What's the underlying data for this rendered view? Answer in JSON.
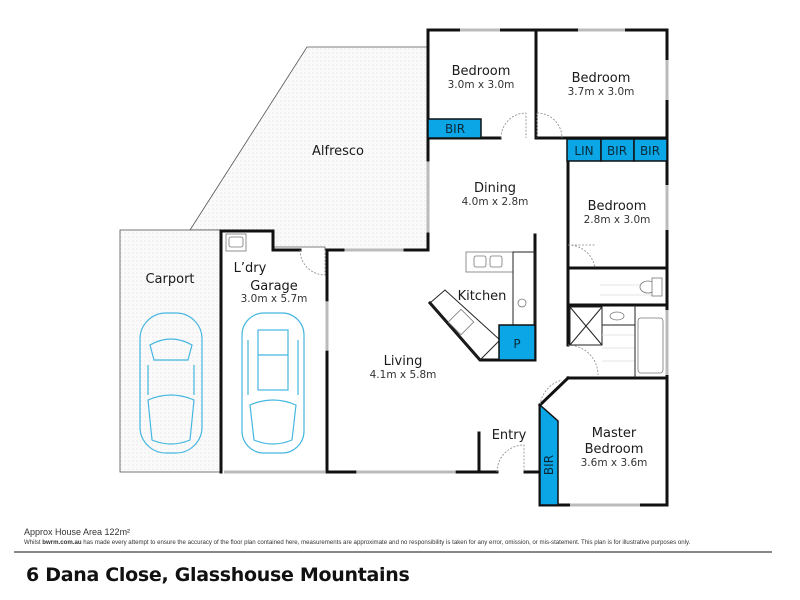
{
  "rooms": {
    "alfresco": {
      "name": "Alfresco"
    },
    "carport": {
      "name": "Carport"
    },
    "laundry": {
      "name": "L’dry"
    },
    "garage": {
      "name": "Garage",
      "dims": "3.0m x 5.7m"
    },
    "bedroom1": {
      "name": "Bedroom",
      "dims": "3.0m x 3.0m"
    },
    "bedroom2": {
      "name": "Bedroom",
      "dims": "3.7m x 3.0m"
    },
    "bedroom3": {
      "name": "Bedroom",
      "dims": "2.8m x 3.0m"
    },
    "dining": {
      "name": "Dining",
      "dims": "4.0m x 2.8m"
    },
    "kitchen": {
      "name": "Kitchen"
    },
    "living": {
      "name": "Living",
      "dims": "4.1m x 5.8m"
    },
    "entry": {
      "name": "Entry"
    },
    "master": {
      "name_line1": "Master",
      "name_line2": "Bedroom",
      "dims": "3.6m x 3.6m"
    }
  },
  "cupboards": {
    "bir1": "BIR",
    "lin": "LIN",
    "bir2": "BIR",
    "bir3": "BIR",
    "pantry": "P",
    "bir_master": "BIR"
  },
  "colors": {
    "cupboard": "#0aa6e6",
    "car_outline": "#45b7e0",
    "wall": "#111111"
  },
  "footer": {
    "area_label": "Approx House Area 122m²",
    "disclaimer_prefix": "Whilst ",
    "disclaimer_brand": "bwrm.com.au",
    "disclaimer_text": " has made every attempt to ensure the accuracy of the floor plan contained here, measurements are approximate and no responsibility is taken for any error, omission, or mis-statement. This plan is for illustrative purposes only."
  },
  "address": "6 Dana Close, Glasshouse Mountains"
}
